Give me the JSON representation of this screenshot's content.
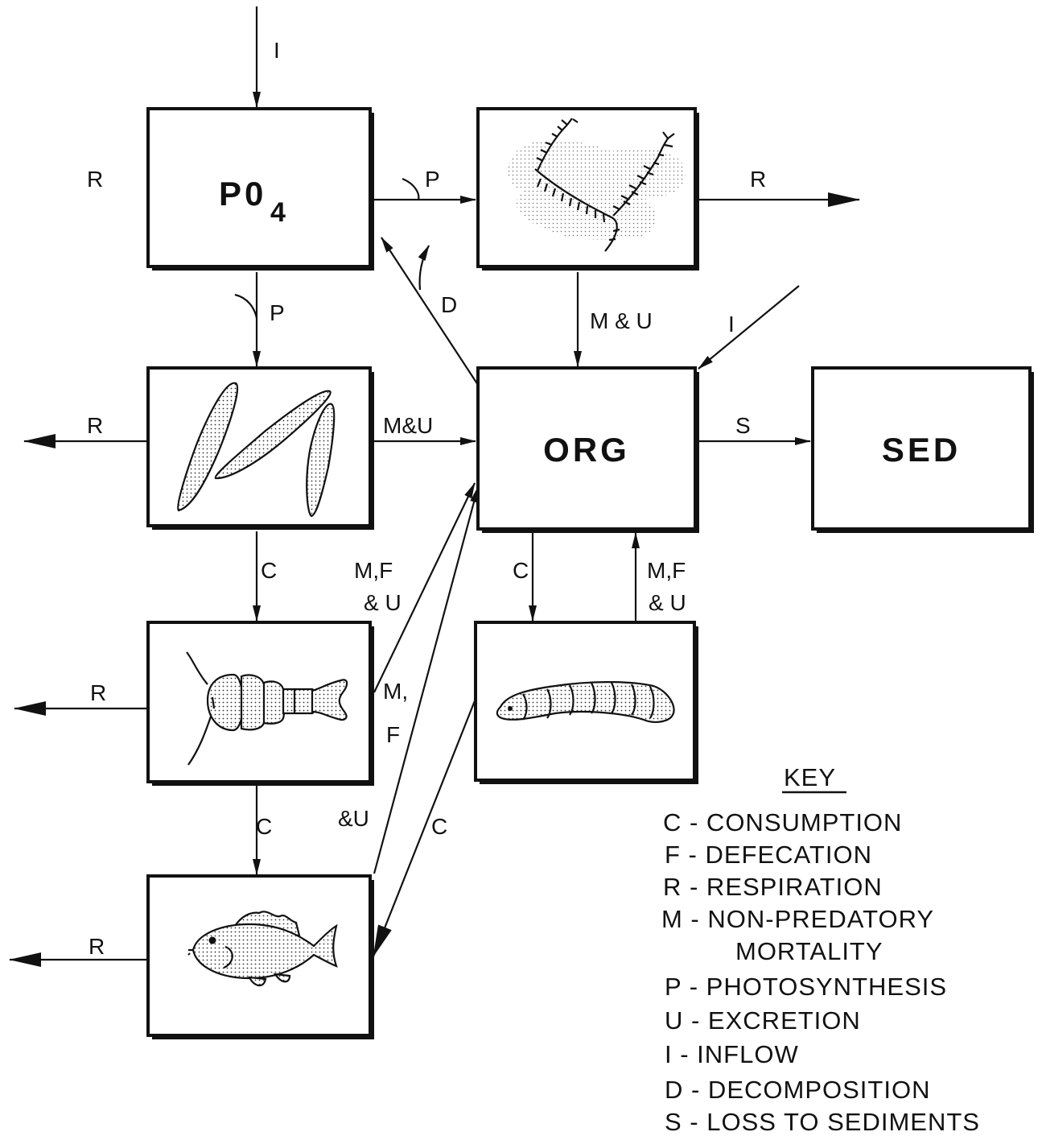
{
  "compartments": {
    "po4": {
      "label_main": "P0",
      "label_sub": "4"
    },
    "org": {
      "label": "ORG"
    },
    "sed": {
      "label": "SED"
    }
  },
  "flows": {
    "inflow_po4": "I",
    "respiration_po4_side": "R",
    "photosynthesis_macrophyte": "P",
    "macrophyte_respiration": "R",
    "photosynthesis_phyto": "P",
    "decomposition": "D",
    "macrophyte_mortality": "M & U",
    "inflow_org": "I",
    "phyto_respiration": "R",
    "phyto_mortality": "M&U",
    "loss_to_sediments": "S",
    "consumption_zoo": "C",
    "zoo_mortality_line1": "M,F",
    "zoo_mortality_line2": "& U",
    "consumption_benthos": "C",
    "benthos_mortality_line1": "M,F",
    "benthos_mortality_line2": "& U",
    "zoo_respiration": "R",
    "fish_mortality_line1": "M,",
    "fish_mortality_line2": "F",
    "fish_mortality_line3": "&U",
    "consumption_fish": "C",
    "fish_consumes_benthos": "C",
    "fish_respiration": "R"
  },
  "key": {
    "title": "KEY",
    "entries": [
      {
        "text": "C - CONSUMPTION"
      },
      {
        "text": "F - DEFECATION"
      },
      {
        "text": "R - RESPIRATION"
      },
      {
        "text": "M - NON-PREDATORY"
      },
      {
        "text": "MORTALITY"
      },
      {
        "text": "P - PHOTOSYNTHESIS"
      },
      {
        "text": "U - EXCRETION"
      },
      {
        "text": "I - INFLOW"
      },
      {
        "text": "D - DECOMPOSITION"
      },
      {
        "text": "S - LOSS TO SEDIMENTS"
      }
    ]
  }
}
